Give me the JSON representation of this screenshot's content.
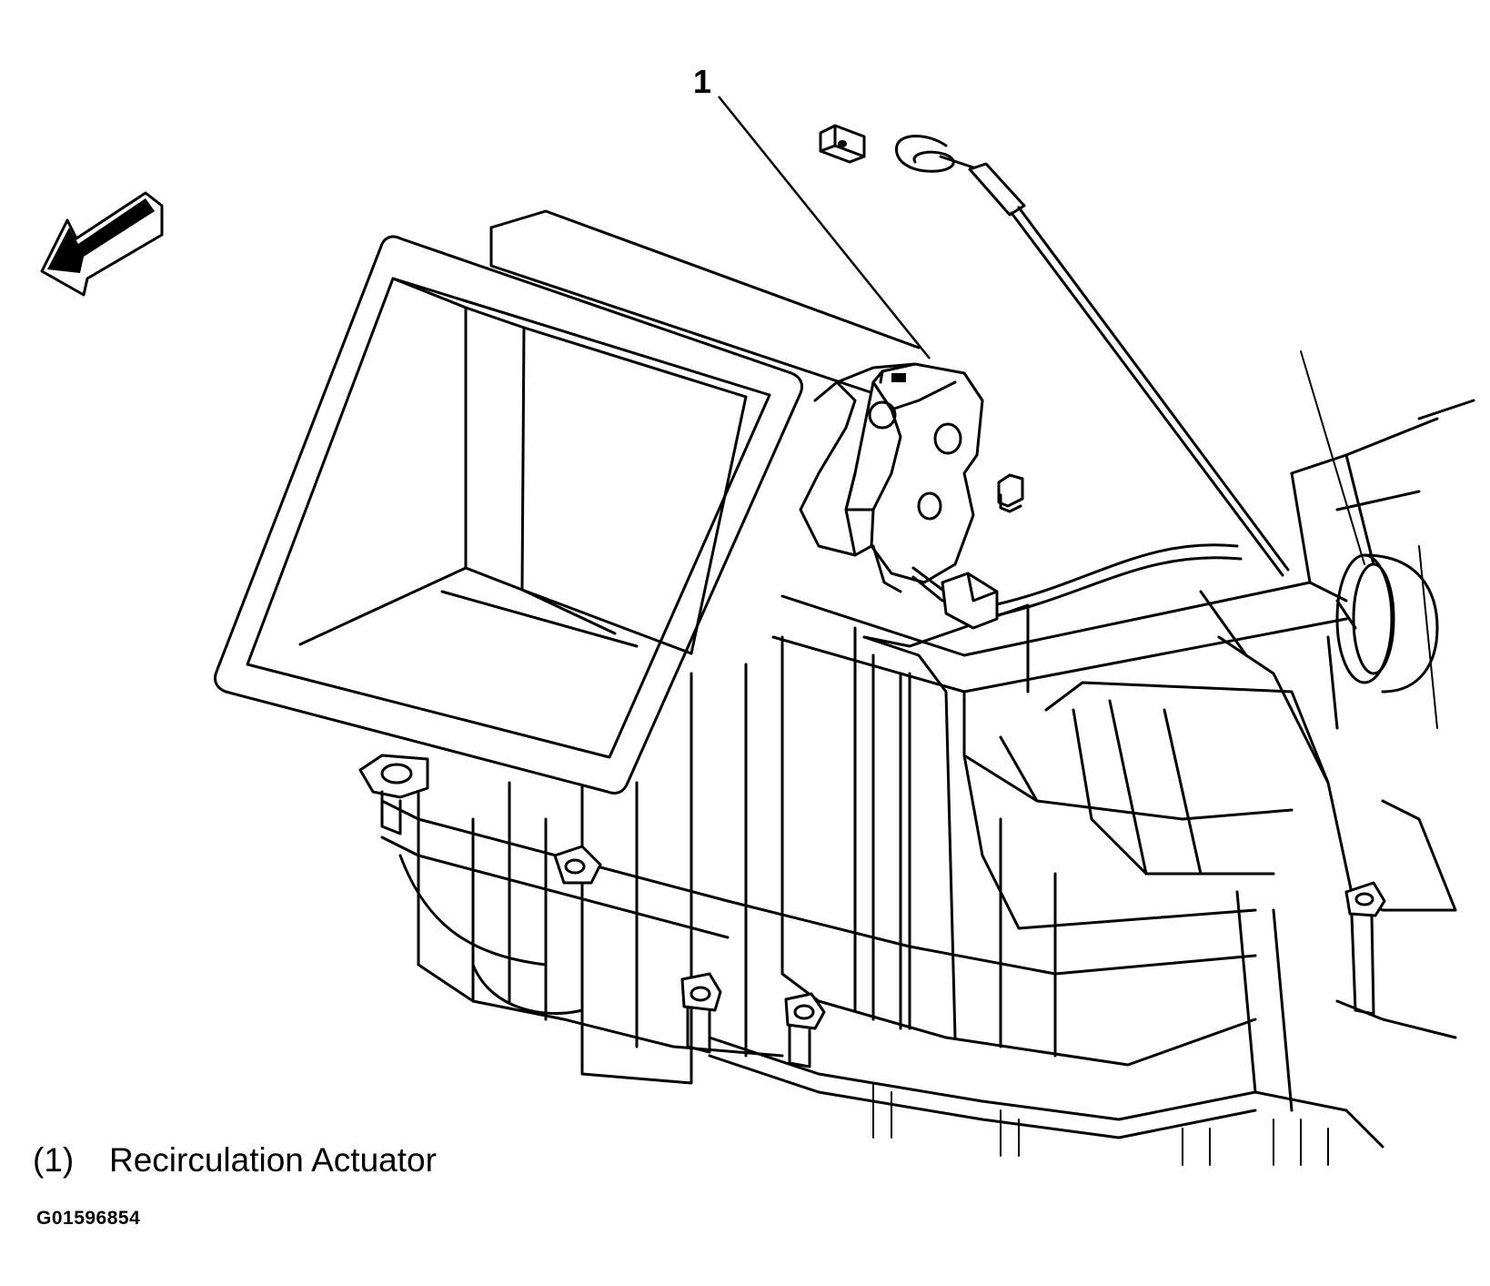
{
  "callout": {
    "number": "1"
  },
  "legend": {
    "items": [
      {
        "number": "(1)",
        "label": "Recirculation Actuator"
      }
    ]
  },
  "figure_code": "G01596854",
  "icons": {
    "direction_arrow": "front-direction-arrow-icon"
  }
}
